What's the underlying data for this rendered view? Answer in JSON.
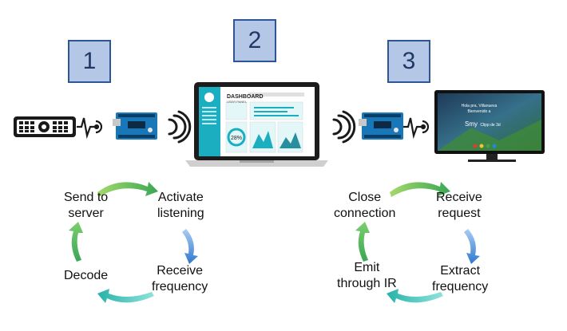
{
  "steps": [
    {
      "number": "1"
    },
    {
      "number": "2"
    },
    {
      "number": "3"
    }
  ],
  "left_cycle": {
    "send_to_server": [
      "Send to",
      "server"
    ],
    "activate_listening": [
      "Activate",
      "listening"
    ],
    "receive_frequency": [
      "Receive",
      "frequency"
    ],
    "decode": "Decode"
  },
  "right_cycle": {
    "close_connection": [
      "Close",
      "connection"
    ],
    "receive_request": [
      "Receive",
      "request"
    ],
    "extract_frequency": [
      "Extract",
      "frequency"
    ],
    "emit_through_ir": [
      "Emit",
      "through IR"
    ]
  },
  "dashboard": {
    "title": "DASHBOARD",
    "subtitle": "USER PANEL",
    "gauge_value": "28%"
  },
  "tv_screen": {
    "greeting": "Hola pra, Villanueva",
    "welcome": "Bienvenido a",
    "app_name": "Smy",
    "app_tag": "Clipp de 3d"
  },
  "colors": {
    "box_fill": "#b4c7e7",
    "box_border": "#2f5597",
    "arrow_green": "#5cb85c",
    "arrow_blue": "#4a90d9",
    "arrow_teal": "#4ec9c0"
  }
}
